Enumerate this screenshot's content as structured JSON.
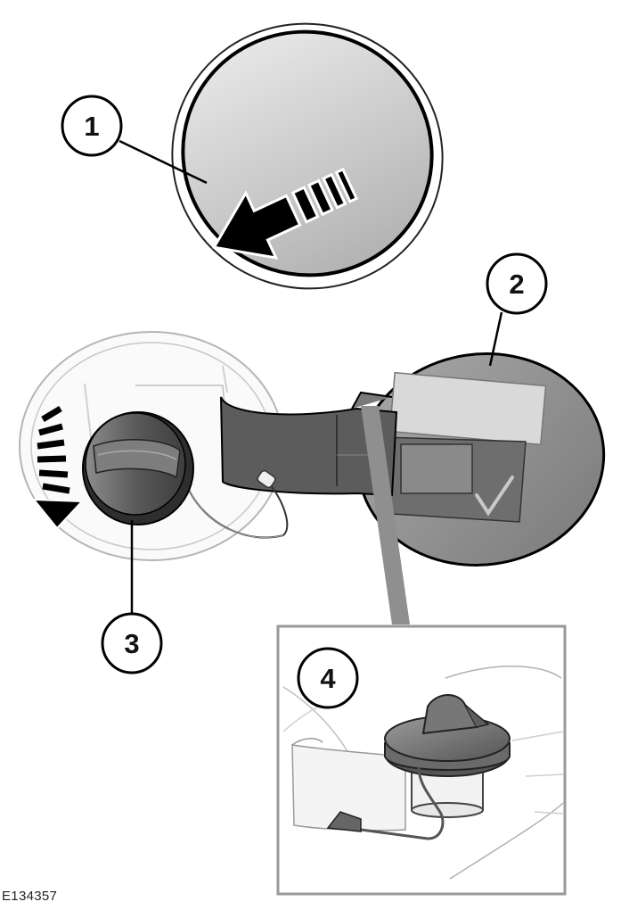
{
  "figure": {
    "reference_code": "E134357"
  },
  "callouts": [
    {
      "number": "1",
      "target": "fuel-flap-press-arrow"
    },
    {
      "number": "2",
      "target": "fuel-flap-open"
    },
    {
      "number": "3",
      "target": "fuel-cap"
    },
    {
      "number": "4",
      "target": "cap-tether-detail"
    }
  ],
  "colors": {
    "outline": "#111111",
    "flap_fill_light": "#e4e4e4",
    "flap_fill_dark": "#9a9a9a",
    "strap_fill": "#5c5c5c",
    "cap_fill": "#6a6a6a",
    "detail_frame": "#999999"
  },
  "icons": [
    "push-arrow-icon",
    "rotate-arrow-icon"
  ]
}
